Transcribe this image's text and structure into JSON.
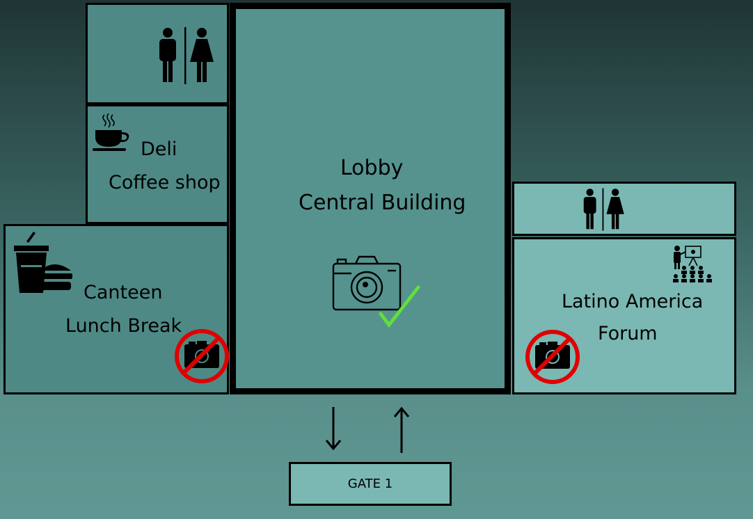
{
  "rooms": {
    "restroom_top_left": {},
    "deli": {
      "line1": "Deli",
      "line2": "Coffee shop"
    },
    "canteen": {
      "line1": "Canteen",
      "line2": "Lunch Break"
    },
    "lobby": {
      "line1": "Lobby",
      "line2": "Central Building"
    },
    "restroom_right": {},
    "forum": {
      "line1": "Latino America",
      "line2": "Forum"
    }
  },
  "gate": {
    "label": "GATE 1"
  },
  "colors": {
    "room_dark": "#4f8985",
    "room_mid": "#56938f",
    "room_light": "#7bb8b3",
    "no_photo_red": "#e00000",
    "photo_ok_green": "#5fe03a"
  },
  "icons": [
    "restroom-icon",
    "coffee-cup-icon",
    "fast-food-icon",
    "camera-icon",
    "checkmark-icon",
    "no-photography-icon",
    "presentation-audience-icon",
    "arrow-down-icon",
    "arrow-up-icon"
  ]
}
